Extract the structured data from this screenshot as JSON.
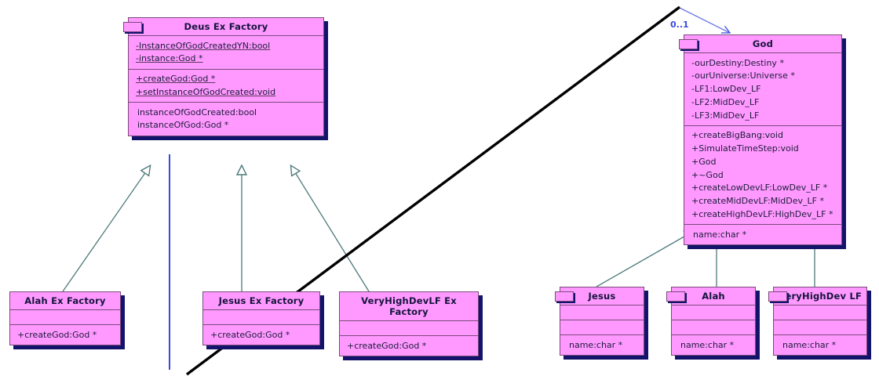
{
  "diagram": {
    "type": "uml-class-diagram",
    "background": "#ffffff",
    "class_fill": "#FF99FF",
    "class_border": "#7A4A7A",
    "class_shadow": "#13136B",
    "inheritance_line_color": "#4E7A7A",
    "association_line_color": "#3A4ADF",
    "annotation_line_color": "#000000"
  },
  "classes": {
    "deus_ex_factory": {
      "title": "Deus Ex Factory",
      "attributes": [
        "-InstanceOfGodCreatedYN:bool",
        "-instance:God *"
      ],
      "operations": [
        "+createGod:God *",
        "+setInstanceOfGodCreated:void"
      ],
      "extras": [
        "instanceOfGodCreated:bool",
        "instanceOfGod:God *"
      ]
    },
    "god": {
      "title": "God",
      "attributes": [
        "-ourDestiny:Destiny *",
        "-ourUniverse:Universe *",
        "-LF1:LowDev_LF",
        "-LF2:MidDev_LF",
        "-LF3:MidDev_LF"
      ],
      "operations": [
        "+createBigBang:void",
        "+SimulateTimeStep:void",
        "+God",
        "+~God",
        "+createLowDevLF:LowDev_LF *",
        "+createMidDevLF:MidDev_LF *",
        "+createHighDevLF:HighDev_LF *"
      ],
      "extras": [
        "name:char *"
      ]
    },
    "alah_ex_factory": {
      "title": "Alah Ex Factory",
      "attributes": [],
      "operations": [
        "+createGod:God *"
      ]
    },
    "jesus_ex_factory": {
      "title": "Jesus Ex Factory",
      "attributes": [],
      "operations": [
        "+createGod:God *"
      ]
    },
    "veryhighdevlf_ex_factory": {
      "title": "VeryHighDevLF Ex Factory",
      "attributes": [],
      "operations": [
        "+createGod:God *"
      ]
    },
    "jesus": {
      "title": "Jesus",
      "attributes": [],
      "operations": [],
      "extras": [
        "name:char *"
      ]
    },
    "alah": {
      "title": "Alah",
      "attributes": [],
      "operations": [],
      "extras": [
        "name:char *"
      ]
    },
    "veryhighdev_lf": {
      "title": "VeryHighDev LF",
      "attributes": [],
      "operations": [],
      "extras": [
        "name:char *"
      ]
    }
  },
  "labels": {
    "god_multiplicity": "0..1"
  },
  "relationships": [
    {
      "name": "alah-ex-factory-inherits-deus-ex-factory",
      "type": "generalization",
      "from": "alah_ex_factory",
      "to": "deus_ex_factory"
    },
    {
      "name": "jesus-ex-factory-inherits-deus-ex-factory",
      "type": "generalization",
      "from": "jesus_ex_factory",
      "to": "deus_ex_factory"
    },
    {
      "name": "veryhighdevlf-ex-factory-inherits-deus-ex-factory",
      "type": "generalization",
      "from": "veryhighdevlf_ex_factory",
      "to": "deus_ex_factory"
    },
    {
      "name": "jesus-inherits-god",
      "type": "generalization",
      "from": "jesus",
      "to": "god"
    },
    {
      "name": "alah-inherits-god",
      "type": "generalization",
      "from": "alah",
      "to": "god"
    },
    {
      "name": "veryhighdev-lf-inherits-god",
      "type": "generalization",
      "from": "veryhighdev_lf",
      "to": "god"
    },
    {
      "name": "deus-ex-factory-associates-god",
      "type": "association",
      "from": "deus_ex_factory",
      "to": "god",
      "multiplicity": "0..1"
    }
  ]
}
